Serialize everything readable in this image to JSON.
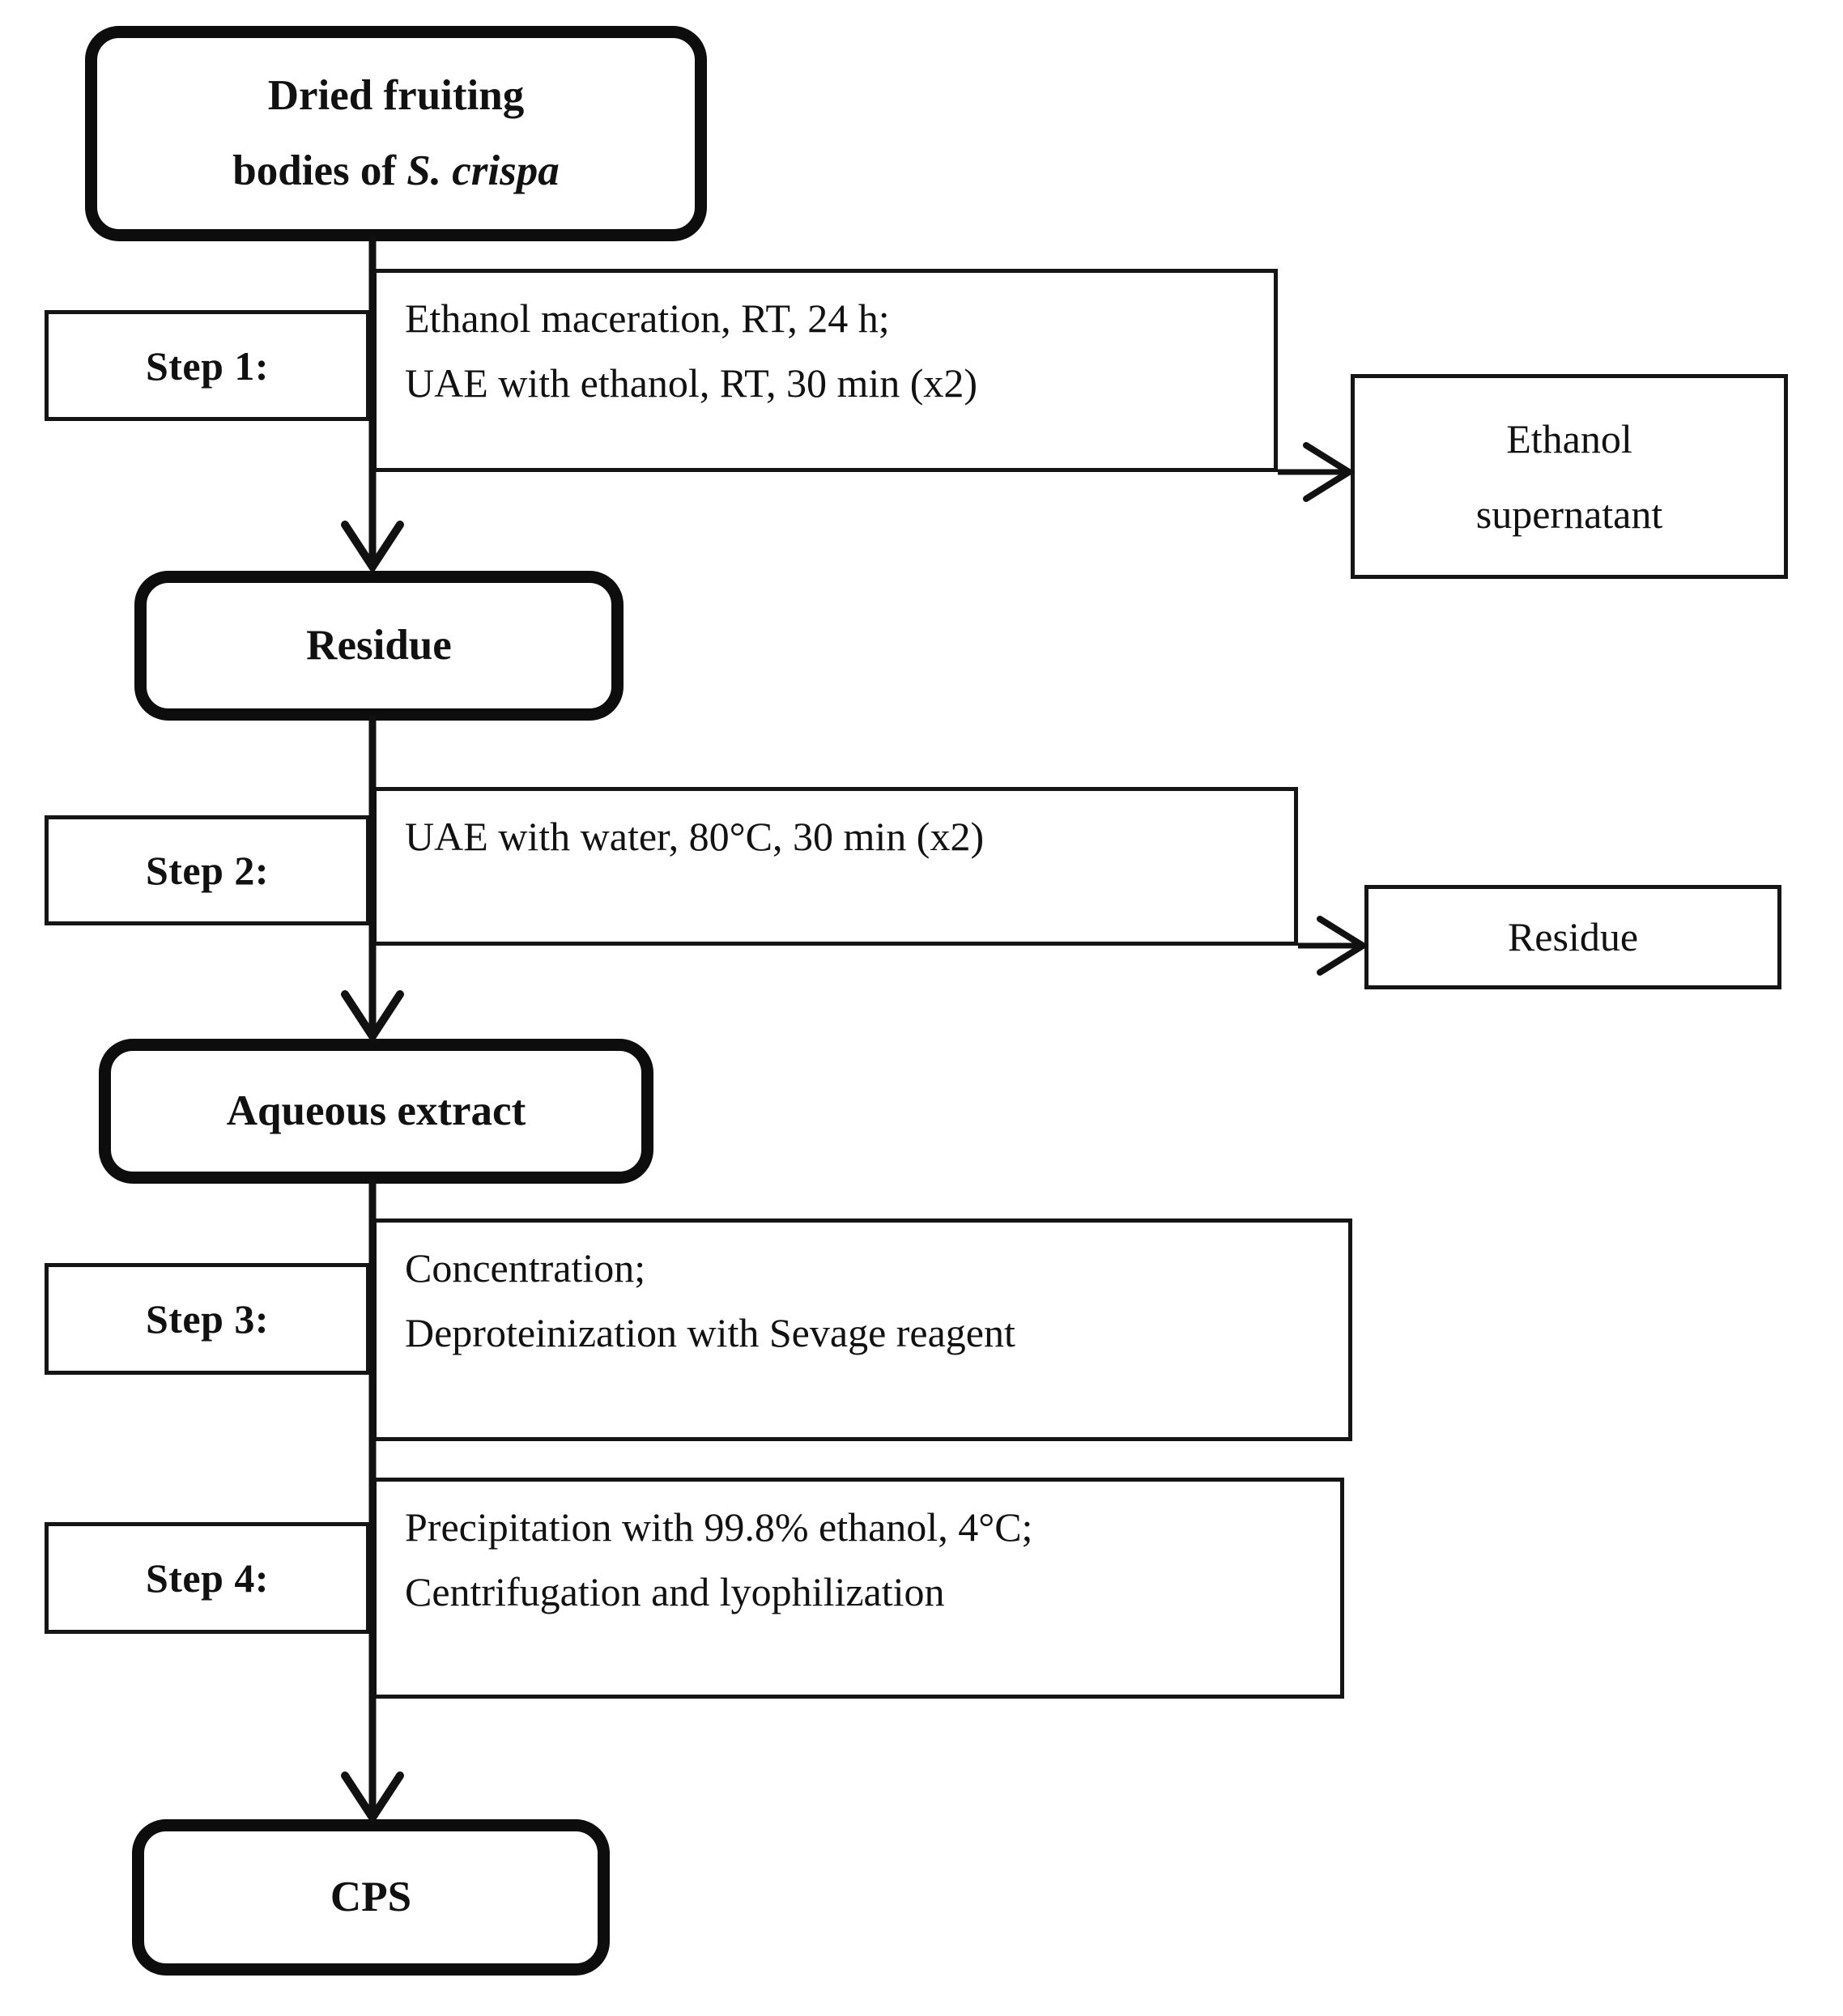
{
  "flowchart": {
    "source": {
      "line1": "Dried fruiting",
      "line2_prefix": "bodies of ",
      "species_italic": "S. crispa"
    },
    "residue_node": {
      "label": "Residue"
    },
    "aqueous_node": {
      "label": "Aqueous extract"
    },
    "cps_node": {
      "label": "CPS"
    },
    "steps": [
      {
        "label": "Step 1:",
        "lines": [
          "Ethanol maceration, RT, 24 h;",
          "UAE with ethanol, RT, 30 min (x2)"
        ]
      },
      {
        "label": "Step 2:",
        "lines": [
          "UAE with water, 80°C, 30 min (x2)"
        ]
      },
      {
        "label": "Step 3:",
        "lines": [
          "Concentration;",
          "Deproteinization with Sevage reagent"
        ]
      },
      {
        "label": "Step 4:",
        "lines": [
          "Precipitation with 99.8% ethanol, 4°C;",
          "Centrifugation and lyophilization"
        ]
      }
    ],
    "side_outputs": [
      {
        "line1": "Ethanol",
        "line2": "supernatant"
      },
      {
        "line1": "Residue"
      }
    ],
    "colors": {
      "ink": "#111111",
      "background": "#ffffff"
    }
  }
}
